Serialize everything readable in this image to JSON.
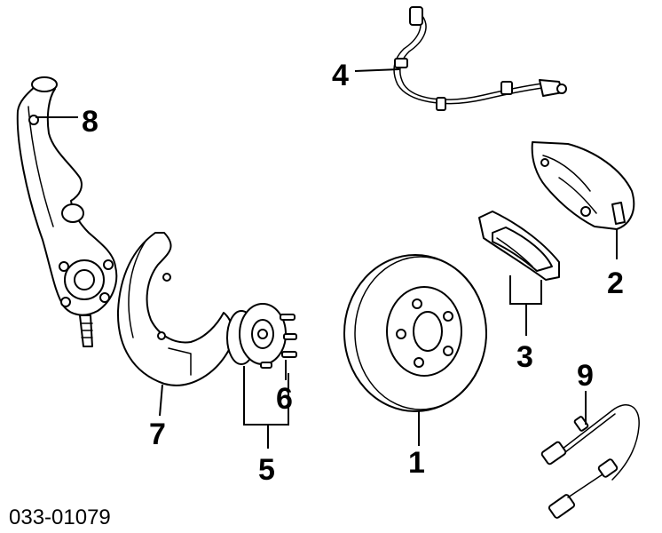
{
  "callouts": {
    "c1": "1",
    "c2": "2",
    "c3": "3",
    "c4": "4",
    "c5": "5",
    "c6": "6",
    "c7": "7",
    "c8": "8",
    "c9": "9"
  },
  "diagram_id": "033-01079",
  "colors": {
    "line": "#000000",
    "background": "#ffffff"
  }
}
